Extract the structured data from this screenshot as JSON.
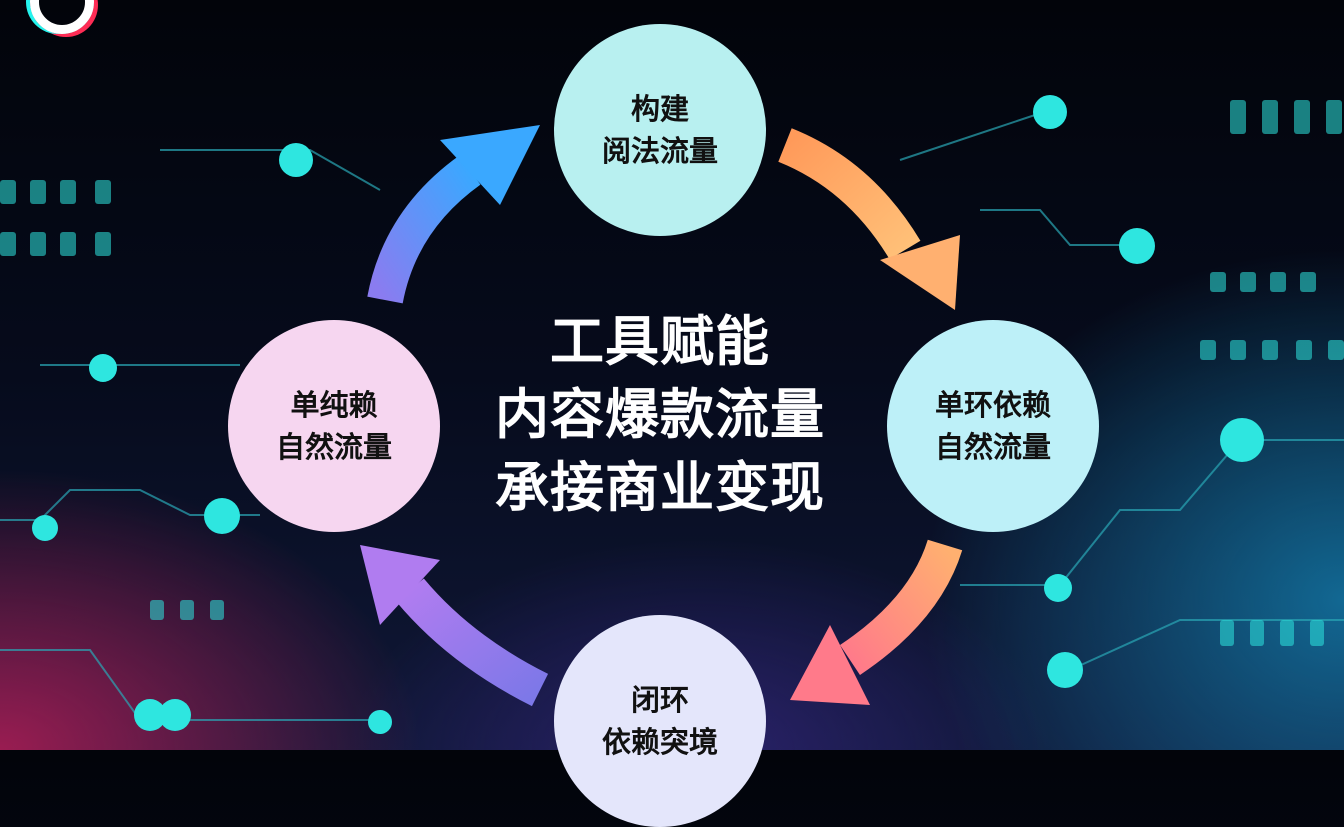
{
  "center_text": [
    "工具赋能",
    "内容爆款流量",
    "承接商业变现"
  ],
  "nodes": {
    "top": [
      "构建",
      "阅法流量"
    ],
    "right": [
      "单环依赖",
      "自然流量"
    ],
    "bottom": [
      "闭环",
      "依赖突境"
    ],
    "left": [
      "单纯赖",
      "自然流量"
    ]
  },
  "colors": {
    "top": "#b8f0f0",
    "right": "#bdf0f8",
    "bottom": "#e4e6fb",
    "left": "#f6d6f0",
    "accent": "#2ee6e0"
  }
}
